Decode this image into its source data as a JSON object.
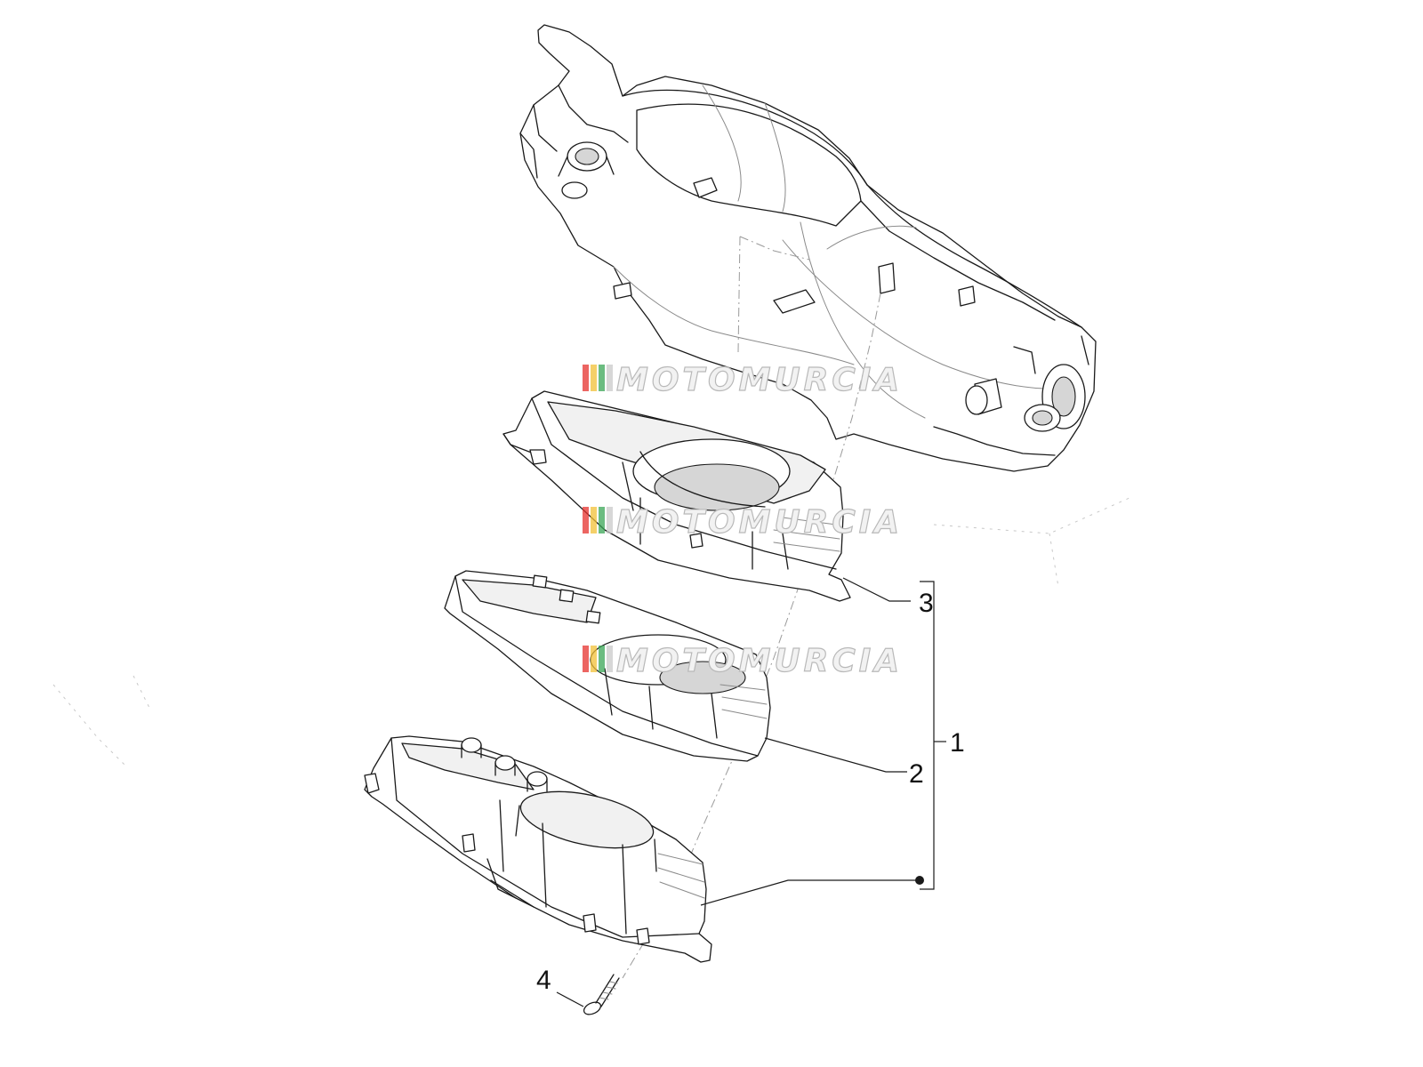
{
  "callouts": {
    "c1": "1",
    "c2": "2",
    "c3": "3",
    "c4": "4"
  },
  "watermark": {
    "text": "MOTOMURCIA",
    "stripe_colors": [
      "#e5322d",
      "#f2c037",
      "#3aa655",
      "#c9c9c9"
    ]
  },
  "colors": {
    "line": "#1a1a1a",
    "dash": "#9a9a9a",
    "background": "#ffffff"
  }
}
